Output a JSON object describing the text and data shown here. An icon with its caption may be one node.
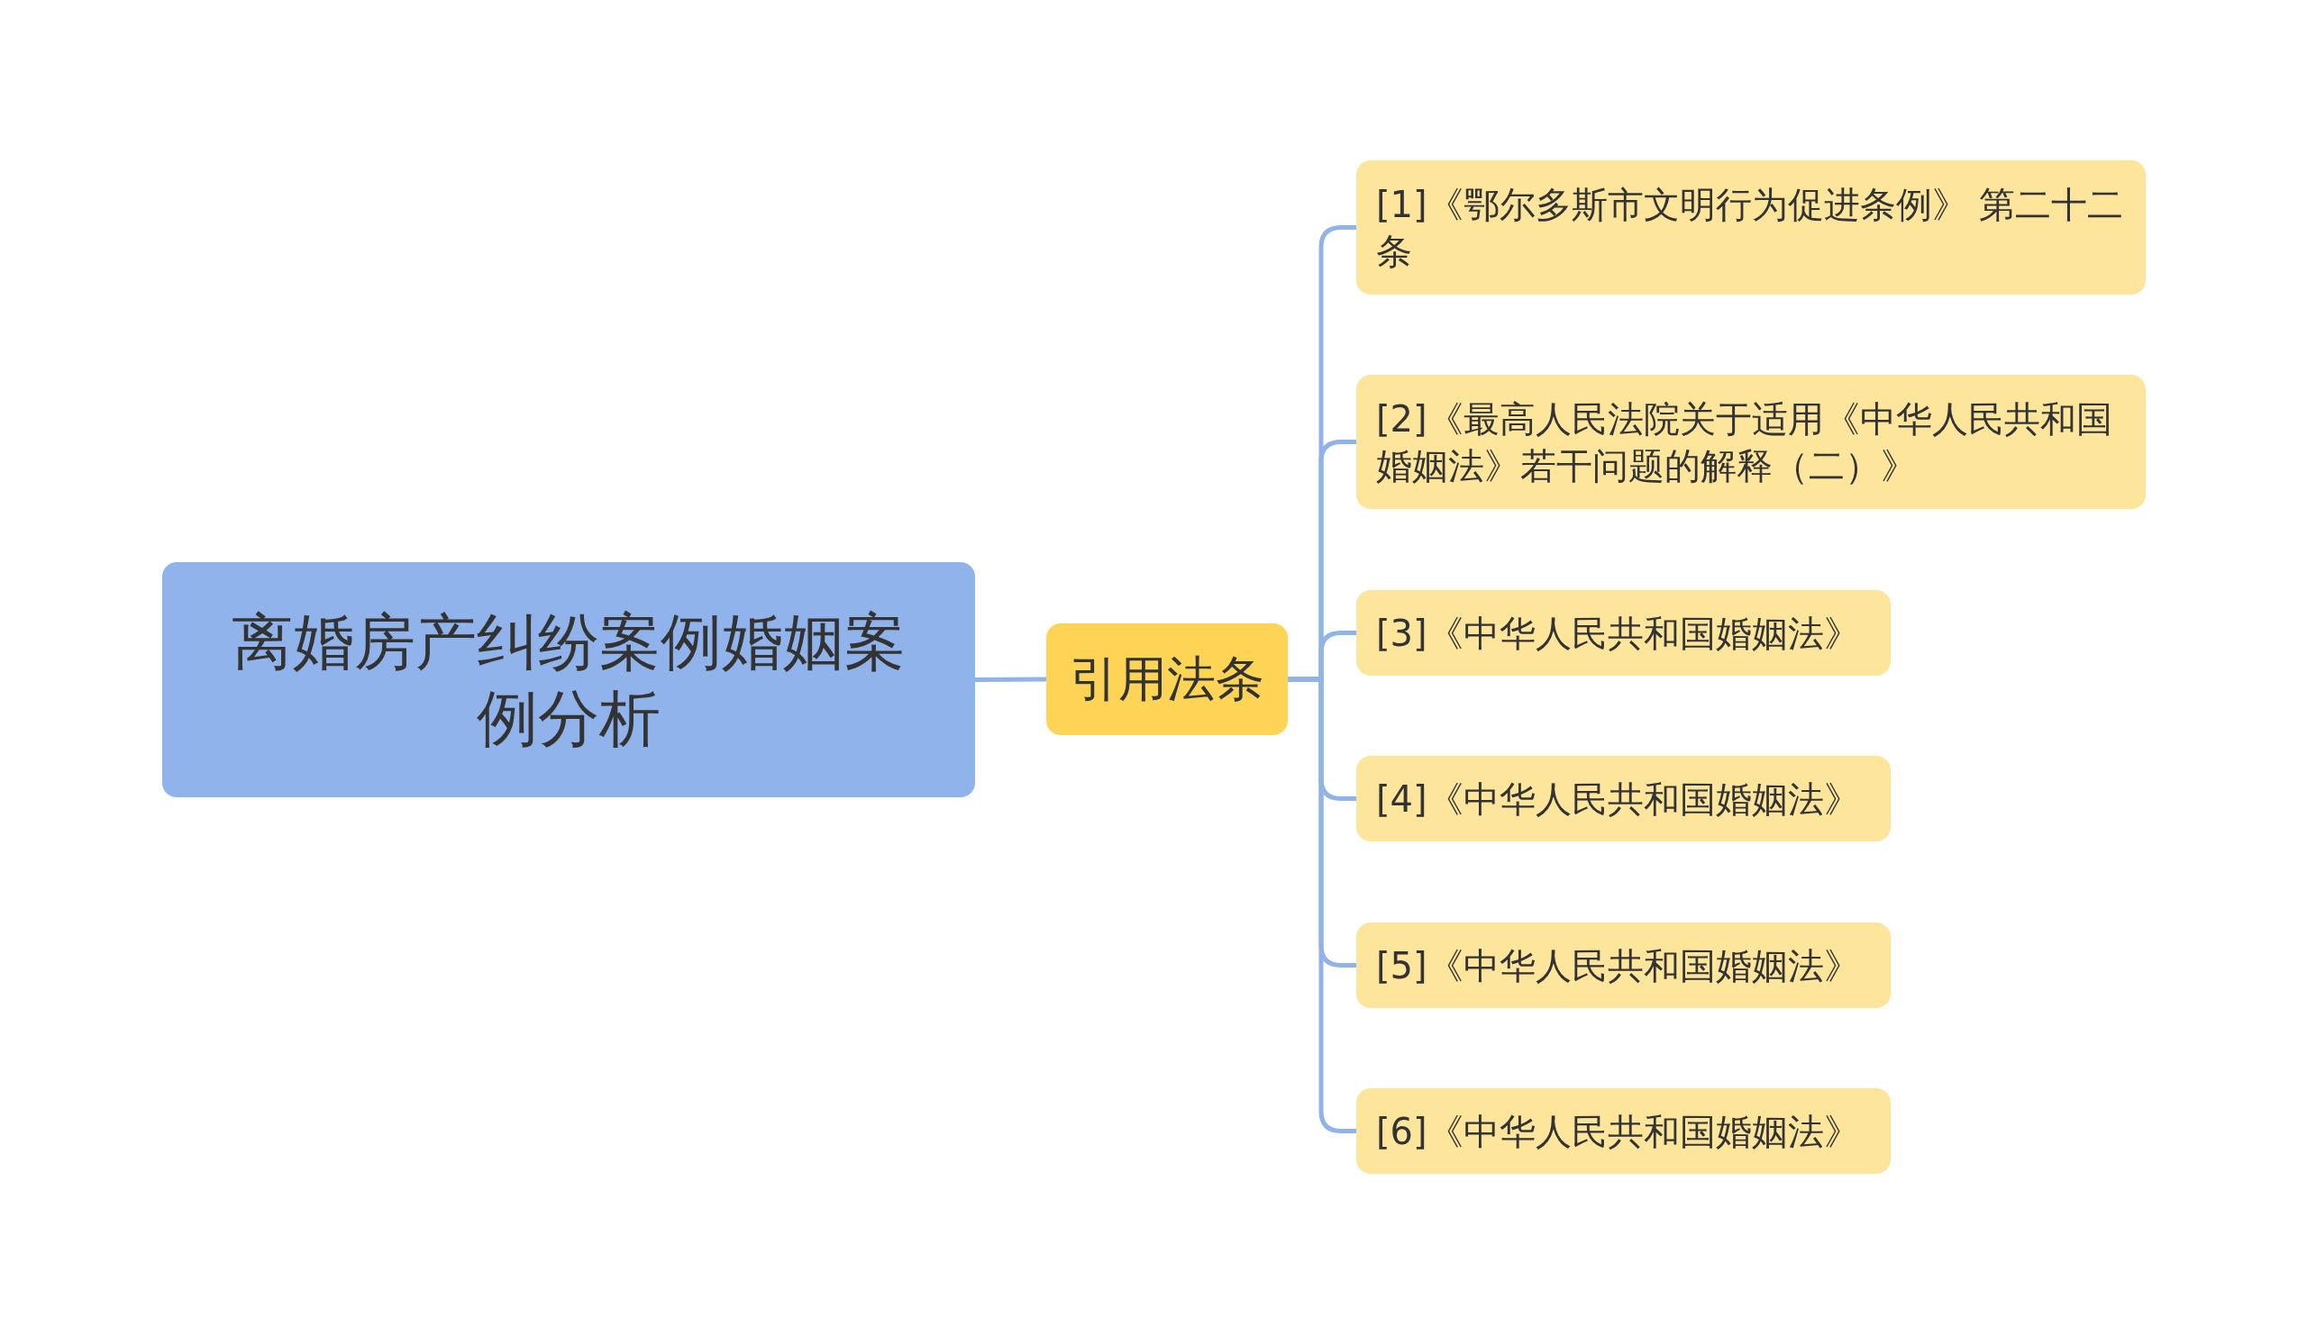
{
  "diagram": {
    "nodes": [
      {
        "text": [
          "离婚房产纠纷案例婚姻案例分析"
        ]
      },
      {
        "text": [
          "引用法条"
        ]
      },
      {
        "text": [
          "[1]《鄂尔多斯市文明行为促进条例》 第二十二条"
        ]
      },
      {
        "text": [
          "[2]《最高人民法院关于适用《中华人民共和国婚姻法》若干问题的解释（二）》"
        ]
      },
      {
        "text": [
          "[3]《中华人民共和国婚姻法》"
        ]
      },
      {
        "text": [
          "[4]《中华人民共和国婚姻法》"
        ]
      },
      {
        "text": [
          "[5]《中华人民共和国婚姻法》"
        ]
      },
      {
        "text": [
          "[6]《中华人民共和国婚姻法》"
        ]
      }
    ],
    "edges": [
      {
        "from": 0,
        "to": 1,
        "arrow": "none"
      },
      {
        "from": 1,
        "to": 2,
        "arrow": "none"
      },
      {
        "from": 1,
        "to": 3,
        "arrow": "none"
      },
      {
        "from": 1,
        "to": 4,
        "arrow": "none"
      },
      {
        "from": 1,
        "to": 5,
        "arrow": "none"
      },
      {
        "from": 1,
        "to": 6,
        "arrow": "none"
      },
      {
        "from": 1,
        "to": 7,
        "arrow": "none"
      }
    ]
  }
}
